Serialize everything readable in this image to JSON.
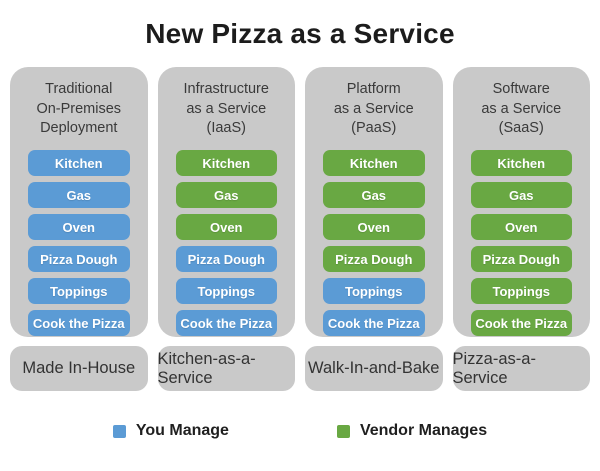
{
  "title": "New Pizza as a Service",
  "colors": {
    "you_manage": "#5B9BD5",
    "vendor_manages": "#69A843",
    "panel_gray": "#C9C9C9"
  },
  "columns": [
    {
      "header": "Traditional\nOn-Premises\nDeployment",
      "items": [
        {
          "label": "Kitchen",
          "owner": "you"
        },
        {
          "label": "Gas",
          "owner": "you"
        },
        {
          "label": "Oven",
          "owner": "you"
        },
        {
          "label": "Pizza Dough",
          "owner": "you"
        },
        {
          "label": "Toppings",
          "owner": "you"
        },
        {
          "label": "Cook the Pizza",
          "owner": "you"
        }
      ],
      "footer": "Made In-House"
    },
    {
      "header": "Infrastructure\nas a Service\n(IaaS)",
      "items": [
        {
          "label": "Kitchen",
          "owner": "vendor"
        },
        {
          "label": "Gas",
          "owner": "vendor"
        },
        {
          "label": "Oven",
          "owner": "vendor"
        },
        {
          "label": "Pizza Dough",
          "owner": "you"
        },
        {
          "label": "Toppings",
          "owner": "you"
        },
        {
          "label": "Cook the Pizza",
          "owner": "you"
        }
      ],
      "footer": "Kitchen-as-a-Service"
    },
    {
      "header": "Platform\nas a Service\n(PaaS)",
      "items": [
        {
          "label": "Kitchen",
          "owner": "vendor"
        },
        {
          "label": "Gas",
          "owner": "vendor"
        },
        {
          "label": "Oven",
          "owner": "vendor"
        },
        {
          "label": "Pizza Dough",
          "owner": "vendor"
        },
        {
          "label": "Toppings",
          "owner": "you"
        },
        {
          "label": "Cook the Pizza",
          "owner": "you"
        }
      ],
      "footer": "Walk-In-and-Bake"
    },
    {
      "header": "Software\nas a Service\n(SaaS)",
      "items": [
        {
          "label": "Kitchen",
          "owner": "vendor"
        },
        {
          "label": "Gas",
          "owner": "vendor"
        },
        {
          "label": "Oven",
          "owner": "vendor"
        },
        {
          "label": "Pizza Dough",
          "owner": "vendor"
        },
        {
          "label": "Toppings",
          "owner": "vendor"
        },
        {
          "label": "Cook the Pizza",
          "owner": "vendor"
        }
      ],
      "footer": "Pizza-as-a-Service"
    }
  ],
  "legend": [
    {
      "label": "You Manage",
      "owner": "you"
    },
    {
      "label": "Vendor Manages",
      "owner": "vendor"
    }
  ]
}
